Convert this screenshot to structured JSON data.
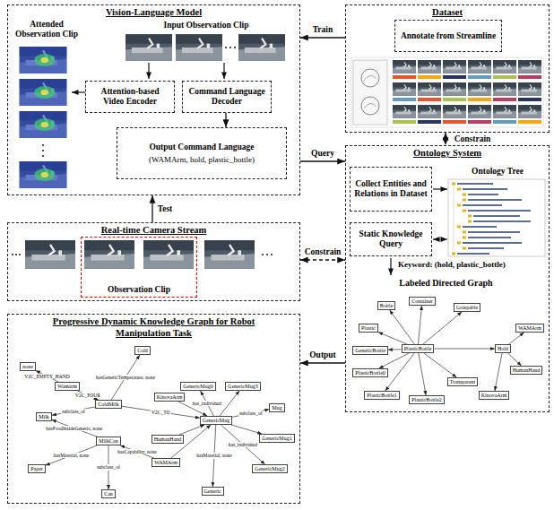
{
  "diagram": {
    "nodes": [
      {
        "text": [
          "Vision-Language Model"
        ]
      },
      {
        "text": [
          "Attention-based Video Encoder"
        ],
        "in": 0
      },
      {
        "text": [
          "Command Language Decoder"
        ],
        "in": 0
      },
      {
        "text": [
          "Output Command Language",
          "(WAMArm, hold, plastic_bottle)"
        ],
        "in": 0
      },
      {
        "text": [
          "Dataset"
        ]
      },
      {
        "text": [
          "Annotate from Streamline"
        ],
        "in": 4
      },
      {
        "text": [
          "Ontology System"
        ]
      },
      {
        "text": [
          "Collect Entities and Relations in Dataset"
        ],
        "in": 6
      },
      {
        "text": [
          "Static Knowledge Query"
        ],
        "in": 6
      },
      {
        "text": [
          "Real-time Camera Stream"
        ]
      },
      {
        "text": [
          "Observation Clip"
        ],
        "in": 9
      },
      {
        "text": [
          "Progressive Dynamic Knowledge Graph for Robot Manipulation Task"
        ]
      },
      {
        "text": [
          "none"
        ],
        "in": 11
      },
      {
        "text": [
          "Cold"
        ],
        "in": 11
      },
      {
        "text": [
          "Wamarm"
        ],
        "in": 11
      },
      {
        "text": [
          "ColdMilk"
        ],
        "in": 11
      },
      {
        "text": [
          "Milk"
        ],
        "in": 11
      },
      {
        "text": [
          "MilkCan"
        ],
        "in": 11
      },
      {
        "text": [
          "Paper"
        ],
        "in": 11
      },
      {
        "text": [
          "Can"
        ],
        "in": 11
      },
      {
        "text": [
          "HumanHand"
        ],
        "in": 11
      },
      {
        "text": [
          "WAMArm"
        ],
        "in": 11
      },
      {
        "text": [
          "KinovaArm"
        ],
        "in": 11
      },
      {
        "text": [
          "GenericMug"
        ],
        "in": 11
      },
      {
        "text": [
          "GenericMug0"
        ],
        "in": 11
      },
      {
        "text": [
          "GenericMug3"
        ],
        "in": 11
      },
      {
        "text": [
          "Mug"
        ],
        "in": 11
      },
      {
        "text": [
          "GenericMug1"
        ],
        "in": 11
      },
      {
        "text": [
          "GenericMug2"
        ],
        "in": 11
      },
      {
        "text": [
          "Generic"
        ],
        "in": 11
      },
      {
        "text": [
          "PlasticBottle"
        ],
        "in": 6
      },
      {
        "text": [
          "Bottle"
        ],
        "in": 6
      },
      {
        "text": [
          "Container"
        ],
        "in": 6
      },
      {
        "text": [
          "Graspable"
        ],
        "in": 6
      },
      {
        "text": [
          "Plastic"
        ],
        "in": 6
      },
      {
        "text": [
          "GenericBottle"
        ],
        "in": 6
      },
      {
        "text": [
          "PlasticBottle0"
        ],
        "in": 6
      },
      {
        "text": [
          "PlasticBottle1"
        ],
        "in": 6
      },
      {
        "text": [
          "PlasticBottle2"
        ],
        "in": 6
      },
      {
        "text": [
          "Transparent"
        ],
        "in": 6
      },
      {
        "text": [
          "Hold"
        ],
        "in": 6
      },
      {
        "text": [
          "WAMArm"
        ],
        "in": 6
      },
      {
        "text": [
          "HumanHand"
        ],
        "in": 6
      },
      {
        "text": [
          "KinovaArm"
        ],
        "in": 6
      }
    ],
    "edges": [
      {
        "from": 4,
        "to": 0,
        "label": "Train",
        "arrow": "to"
      },
      {
        "from": 0,
        "to": 6,
        "label": "Query",
        "arrow": "to"
      },
      {
        "from": 4,
        "to": 6,
        "label": "Constrain",
        "arrow": "both"
      },
      {
        "from": 9,
        "to": 0,
        "label": "Test",
        "arrow": "to"
      },
      {
        "from": 9,
        "to": 6,
        "label": "Constrain",
        "arrow": "both"
      },
      {
        "from": 6,
        "to": 11,
        "label": "Output",
        "arrow": "to"
      },
      {
        "from": 2,
        "to": 3,
        "arrow": "to"
      },
      {
        "from": 15,
        "to": 13,
        "label": "hasGenericTemperature, none",
        "arrow": "to"
      },
      {
        "from": 14,
        "to": 12,
        "label": "V2C_EMPTY_HAND",
        "arrow": "to"
      },
      {
        "from": 14,
        "to": 15,
        "label": "V2C_POUR",
        "arrow": "to"
      },
      {
        "from": 15,
        "to": 16,
        "label": "subclass_of",
        "arrow": "to"
      },
      {
        "from": 17,
        "to": 16,
        "label": "hasFoodInsideGeneric, none",
        "arrow": "to"
      },
      {
        "from": 17,
        "to": 18,
        "label": "hasMaterial, none",
        "arrow": "to"
      },
      {
        "from": 17,
        "to": 19,
        "label": "subclass_of",
        "arrow": "to"
      },
      {
        "from": 15,
        "to": 23,
        "label": "V2C_TO",
        "arrow": "to"
      },
      {
        "from": 22,
        "to": 23,
        "arrow": "to"
      },
      {
        "from": 20,
        "to": 23,
        "arrow": "to"
      },
      {
        "from": 21,
        "to": 23,
        "arrow": "to"
      },
      {
        "from": 21,
        "to": 17,
        "label": "hasCapability, none",
        "arrow": "to"
      },
      {
        "from": 23,
        "to": 24,
        "label": "has_individual",
        "arrow": "to"
      },
      {
        "from": 23,
        "to": 25,
        "arrow": "to"
      },
      {
        "from": 23,
        "to": 26,
        "label": "subclass_of",
        "arrow": "to"
      },
      {
        "from": 23,
        "to": 27,
        "arrow": "to"
      },
      {
        "from": 23,
        "to": 28,
        "label": "has_individual",
        "arrow": "to"
      },
      {
        "from": 23,
        "to": 29,
        "label": "hasMaterial, none",
        "arrow": "to"
      },
      {
        "from": 30,
        "to": 31,
        "arrow": "to"
      },
      {
        "from": 30,
        "to": 32,
        "arrow": "to"
      },
      {
        "from": 30,
        "to": 33,
        "arrow": "to"
      },
      {
        "from": 30,
        "to": 34,
        "arrow": "to"
      },
      {
        "from": 30,
        "to": 35,
        "arrow": "to"
      },
      {
        "from": 30,
        "to": 36,
        "arrow": "to"
      },
      {
        "from": 30,
        "to": 37,
        "arrow": "to"
      },
      {
        "from": 30,
        "to": 38,
        "arrow": "to"
      },
      {
        "from": 30,
        "to": 39,
        "arrow": "to"
      },
      {
        "from": 30,
        "to": 40,
        "arrow": "to"
      },
      {
        "from": 40,
        "to": 41,
        "arrow": "to"
      },
      {
        "from": 40,
        "to": 42,
        "arrow": "to"
      },
      {
        "from": 40,
        "to": 43,
        "arrow": "to"
      }
    ],
    "labels": [
      "Input Observation Clip",
      "Attended Observation Clip",
      "Ontology Tree",
      "Keyword: (hold, plastic_bottle)",
      "Labeled Directed Graph"
    ]
  }
}
